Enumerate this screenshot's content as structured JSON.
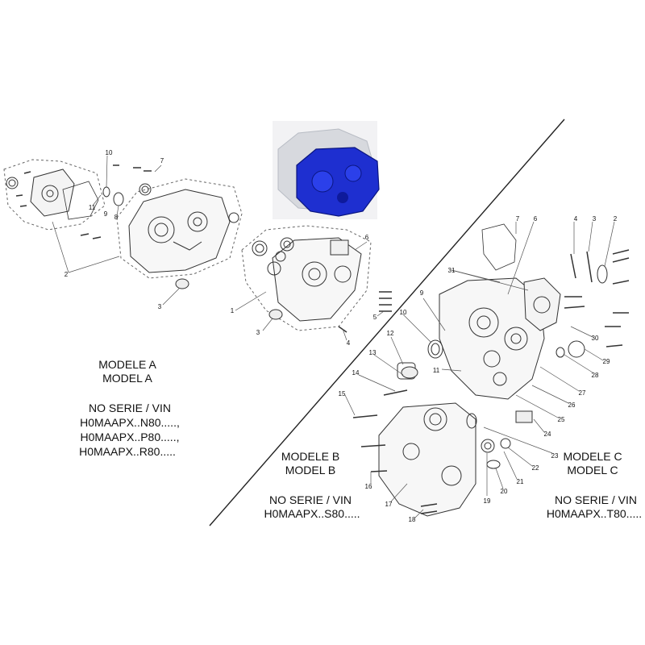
{
  "model_a": {
    "title_fr": "MODELE A",
    "title_en": "MODEL A",
    "serial_label": "NO SERIE / VIN",
    "vins": [
      "H0MAAPX..N80.....,",
      "H0MAAPX..P80.....,",
      "H0MAAPX..R80....."
    ]
  },
  "model_b": {
    "title_fr": "MODELE B",
    "title_en": "MODEL B",
    "serial_label": "NO SERIE / VIN",
    "vin": "H0MAAPX..S80....."
  },
  "model_c": {
    "title_fr": "MODELE C",
    "title_en": "MODEL C",
    "serial_label": "NO SERIE / VIN",
    "vin": "H0MAAPX..T80....."
  },
  "callouts": {
    "model_a": [
      "1",
      "2",
      "3",
      "3",
      "4",
      "5",
      "6",
      "7",
      "8",
      "9",
      "10",
      "11"
    ],
    "model_bc": [
      "2",
      "3",
      "4",
      "6",
      "7",
      "9",
      "10",
      "11",
      "12",
      "13",
      "14",
      "15",
      "16",
      "17",
      "18",
      "19",
      "20",
      "21",
      "22",
      "23",
      "24",
      "25",
      "26",
      "27",
      "28",
      "29",
      "30",
      "31"
    ]
  },
  "colors": {
    "highlight_part": "#1e2fd0",
    "line_art": "#333333",
    "leader": "#555555",
    "background": "#ffffff"
  }
}
